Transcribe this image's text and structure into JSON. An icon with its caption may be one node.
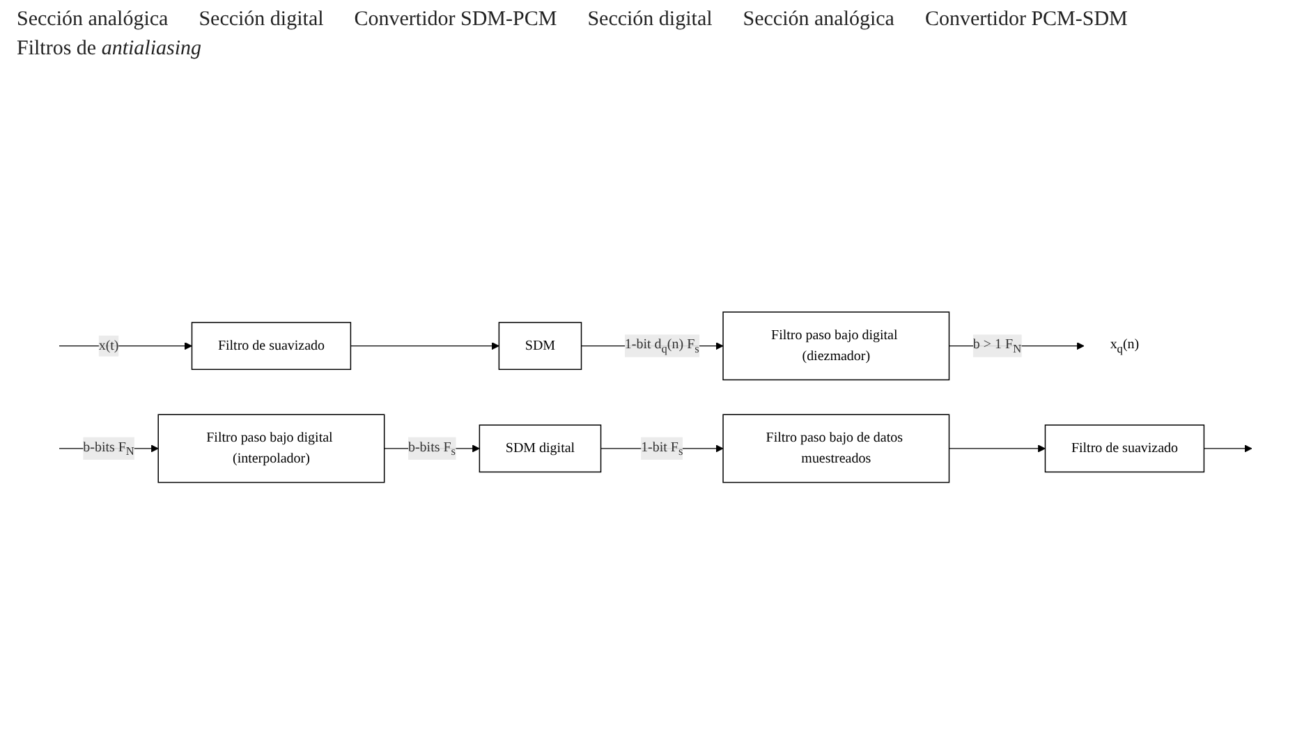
{
  "diagram": {
    "nodes": [
      {
        "text": [
          "Filtro de suavizado"
        ]
      },
      {
        "text": [
          "SDM"
        ]
      },
      {
        "text": [
          "Filtro paso bajo digital (diezmador)"
        ]
      },
      {
        "text": [
          "x$_{q}$(n)"
        ]
      },
      {
        "text": [
          "Filtro paso bajo digital (interpolador)"
        ]
      },
      {
        "text": [
          "SDM digital"
        ]
      },
      {
        "text": [
          "Filtro paso bajo de datos muestreados"
        ]
      },
      {
        "text": [
          "Filtro de suavizado"
        ]
      }
    ],
    "edges": [
      {
        "from": null,
        "to": 0,
        "arrow": "to",
        "label": "x(t)"
      },
      {
        "from": 0,
        "to": 1,
        "arrow": "to"
      },
      {
        "from": 1,
        "to": 2,
        "arrow": "to",
        "label": "1-bit d$_{q}$(n) F$_{s}$"
      },
      {
        "from": 2,
        "to": 3,
        "arrow": "to",
        "label": "b > 1 F$_{N}$"
      },
      {
        "from": null,
        "to": 4,
        "arrow": "to",
        "label": "b-bits F$_{N}$"
      },
      {
        "from": 4,
        "to": 5,
        "arrow": "to",
        "label": "b-bits F$_{s}$"
      },
      {
        "from": 5,
        "to": 6,
        "arrow": "to",
        "label": "1-bit F$_{s}$"
      },
      {
        "from": 6,
        "to": 7,
        "arrow": "to"
      },
      {
        "from": 7,
        "to": null,
        "arrow": "to"
      }
    ],
    "labels": [
      "Sección analógica",
      "Sección digital",
      "Convertidor SDM-PCM",
      "Sección digital",
      "Sección analógica",
      "Convertidor PCM-SDM",
      "Filtros de *antialiasing*"
    ]
  }
}
